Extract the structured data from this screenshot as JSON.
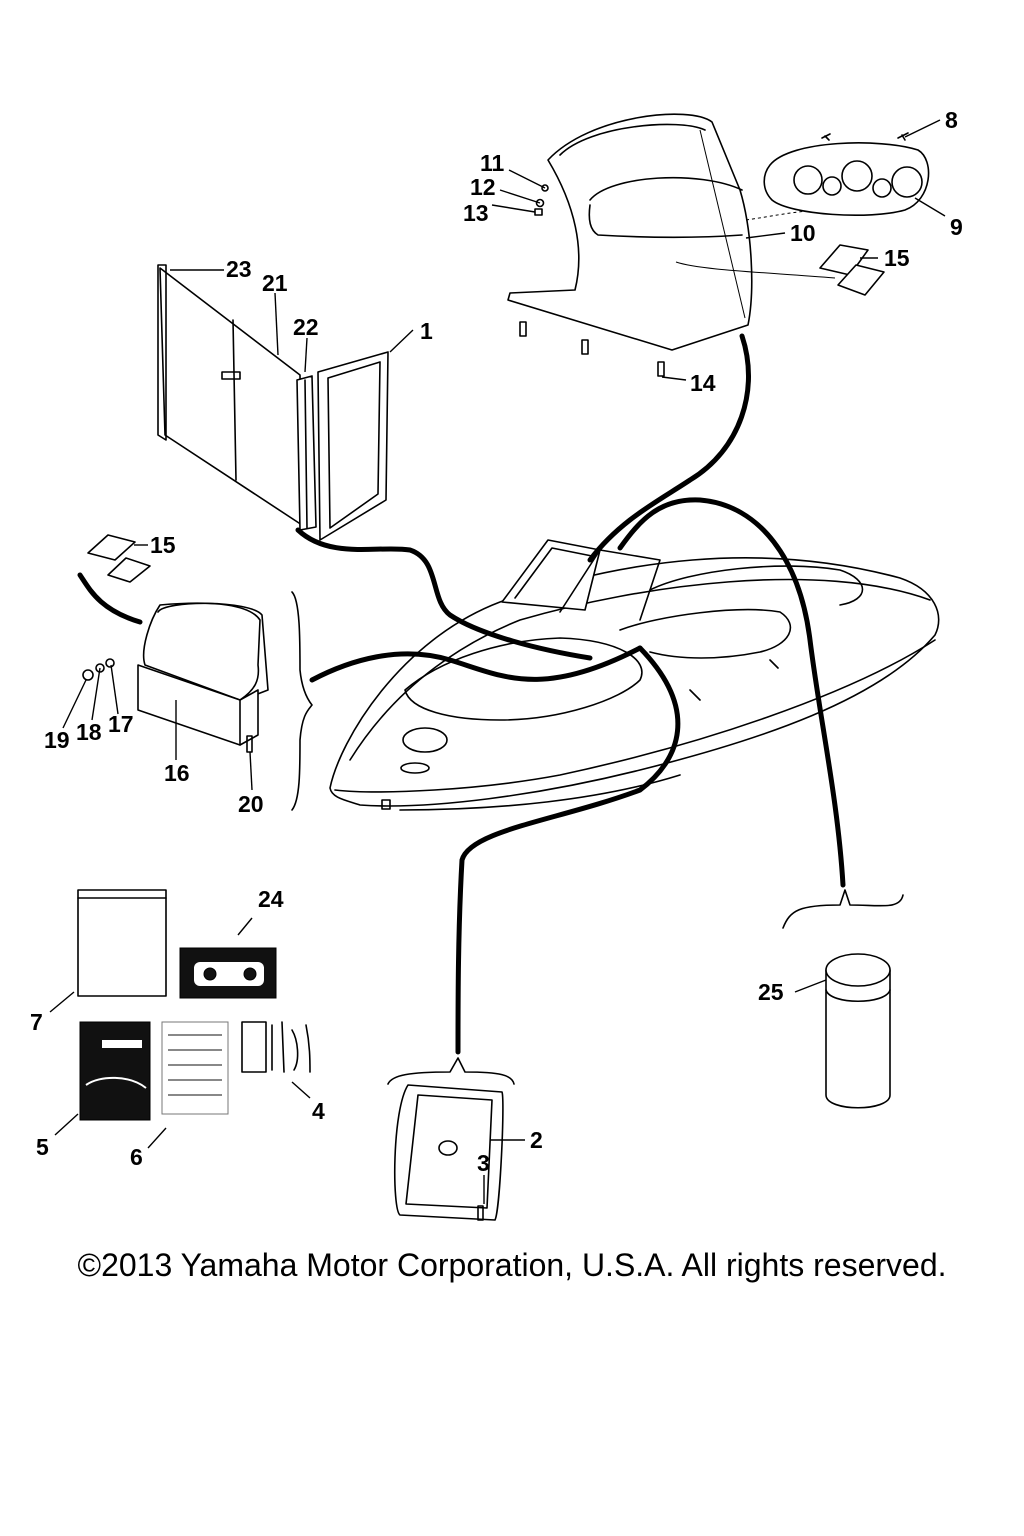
{
  "diagram": {
    "part_numbers": [
      "1",
      "2",
      "3",
      "4",
      "5",
      "6",
      "7",
      "8",
      "9",
      "10",
      "11",
      "12",
      "13",
      "14",
      "15",
      "15",
      "16",
      "17",
      "18",
      "19",
      "20",
      "21",
      "22",
      "23",
      "24",
      "25"
    ]
  },
  "footer": {
    "copyright": "©2013 Yamaha Motor Corporation, U.S.A. All rights reserved."
  }
}
